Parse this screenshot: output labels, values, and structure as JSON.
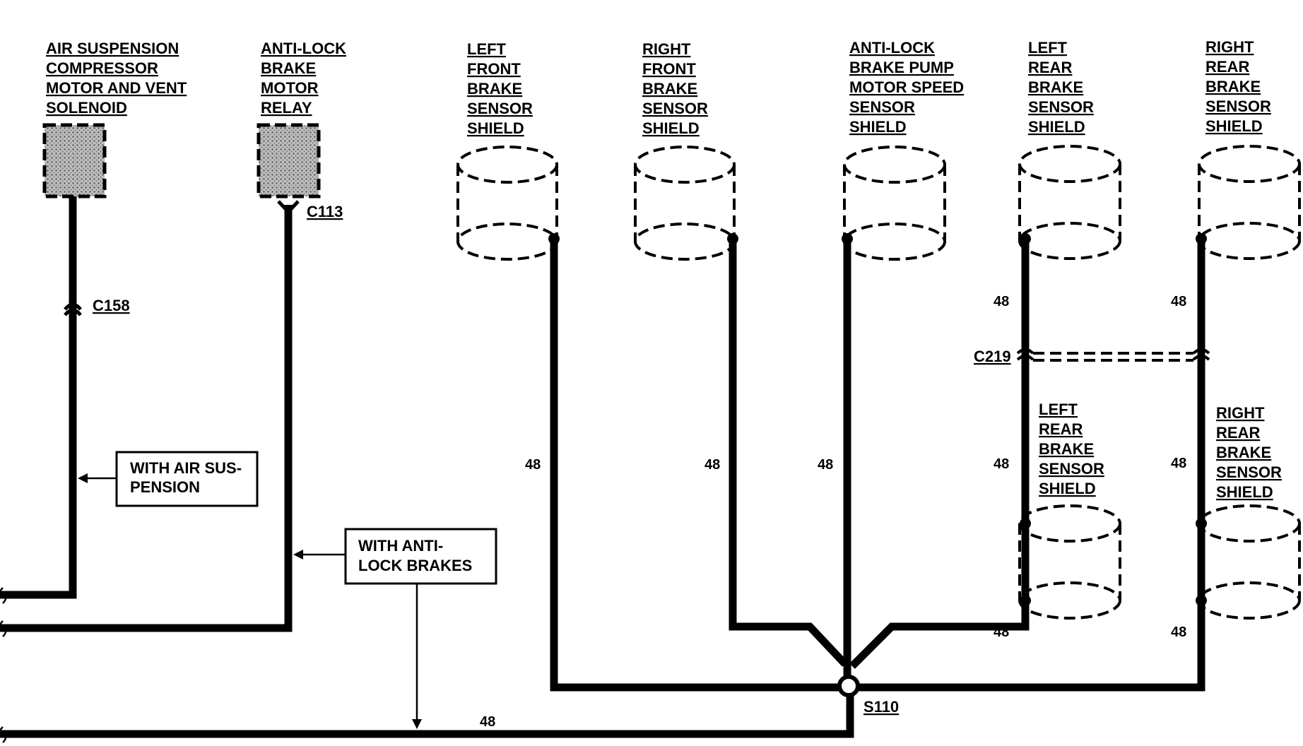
{
  "components": {
    "air_suspension": {
      "lines": [
        "AIR SUSPENSION",
        "COMPRESSOR",
        "MOTOR AND VENT",
        "SOLENOID"
      ]
    },
    "anti_lock_relay": {
      "lines": [
        "ANTI-LOCK",
        "BRAKE",
        "MOTOR",
        "RELAY"
      ]
    },
    "left_front_shield": {
      "lines": [
        "LEFT",
        "FRONT",
        "BRAKE",
        "SENSOR",
        "SHIELD"
      ]
    },
    "right_front_shield": {
      "lines": [
        "RIGHT",
        "FRONT",
        "BRAKE",
        "SENSOR",
        "SHIELD"
      ]
    },
    "pump_speed_shield": {
      "lines": [
        "ANTI-LOCK",
        "BRAKE PUMP",
        "MOTOR SPEED",
        "SENSOR",
        "SHIELD"
      ]
    },
    "left_rear_shield_top": {
      "lines": [
        "LEFT",
        "REAR",
        "BRAKE",
        "SENSOR",
        "SHIELD"
      ]
    },
    "right_rear_shield_top": {
      "lines": [
        "RIGHT",
        "REAR",
        "BRAKE",
        "SENSOR",
        "SHIELD"
      ]
    },
    "left_rear_shield_lower": {
      "lines": [
        "LEFT",
        "REAR",
        "BRAKE",
        "SENSOR",
        "SHIELD"
      ]
    },
    "right_rear_shield_lower": {
      "lines": [
        "RIGHT",
        "REAR",
        "BRAKE",
        "SENSOR",
        "SHIELD"
      ]
    }
  },
  "connectors": {
    "c158": "C158",
    "c113": "C113",
    "c219": "C219",
    "s110": "S110"
  },
  "option_boxes": {
    "air_suspension": [
      "WITH AIR SUS-",
      "PENSION"
    ],
    "anti_lock": [
      "WITH ANTI-",
      "LOCK BRAKES"
    ]
  },
  "wire_numbers": {
    "left_front": "48",
    "right_front": "48",
    "pump_speed": "48",
    "left_rear_upper": "48",
    "right_rear_upper": "48",
    "left_rear_middle": "48",
    "right_rear_middle": "48",
    "left_rear_lower": "48",
    "right_rear_lower": "48",
    "ground_bus": "48"
  }
}
